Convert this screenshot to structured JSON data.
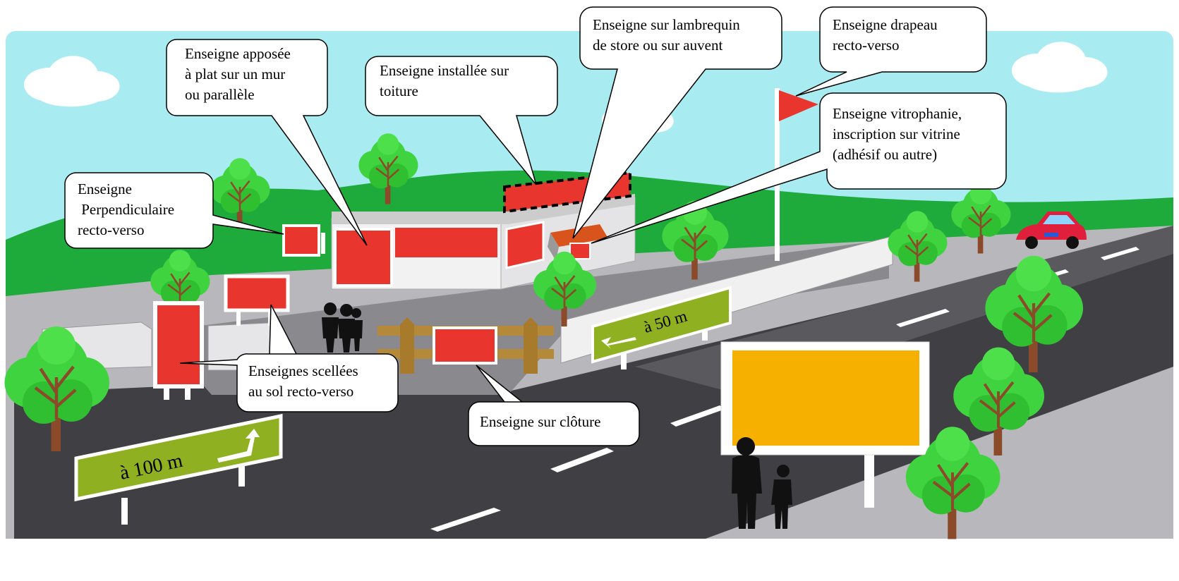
{
  "callouts": {
    "wall_flat": [
      "Enseigne apposée",
      "à plat sur un mur",
      "ou parallèle"
    ],
    "roof": [
      "Enseigne installée sur",
      "toiture"
    ],
    "awning": [
      "Enseigne sur lambrequin",
      "de store ou sur auvent"
    ],
    "flag": [
      "Enseigne drapeau",
      "recto-verso"
    ],
    "window": [
      "Enseigne vitrophanie,",
      "inscription sur vitrine",
      "(adhésif ou autre)"
    ],
    "perpendicular": [
      "Enseigne",
      " Perpendiculaire",
      "recto-verso"
    ],
    "ground": [
      "Enseignes scellées",
      "au sol recto-verso"
    ],
    "fence": [
      "Enseigne sur clôture"
    ]
  },
  "road_signs": {
    "sign_100": "à 100 m",
    "sign_50": "à 50 m"
  },
  "colors": {
    "sky": "#a8ecf2",
    "hill": "#1faa3c",
    "sign_red": "#e8352e",
    "billboard_orange": "#f5b000",
    "road": "#404044",
    "sidewalk": "#b8b8bc",
    "green_sign": "#8fb021",
    "tree_green": "#3fd43f"
  },
  "icons": [
    "tree-icon",
    "cloud-icon",
    "car-icon",
    "person-silhouette-icon",
    "flag-icon",
    "arrow-icon"
  ]
}
